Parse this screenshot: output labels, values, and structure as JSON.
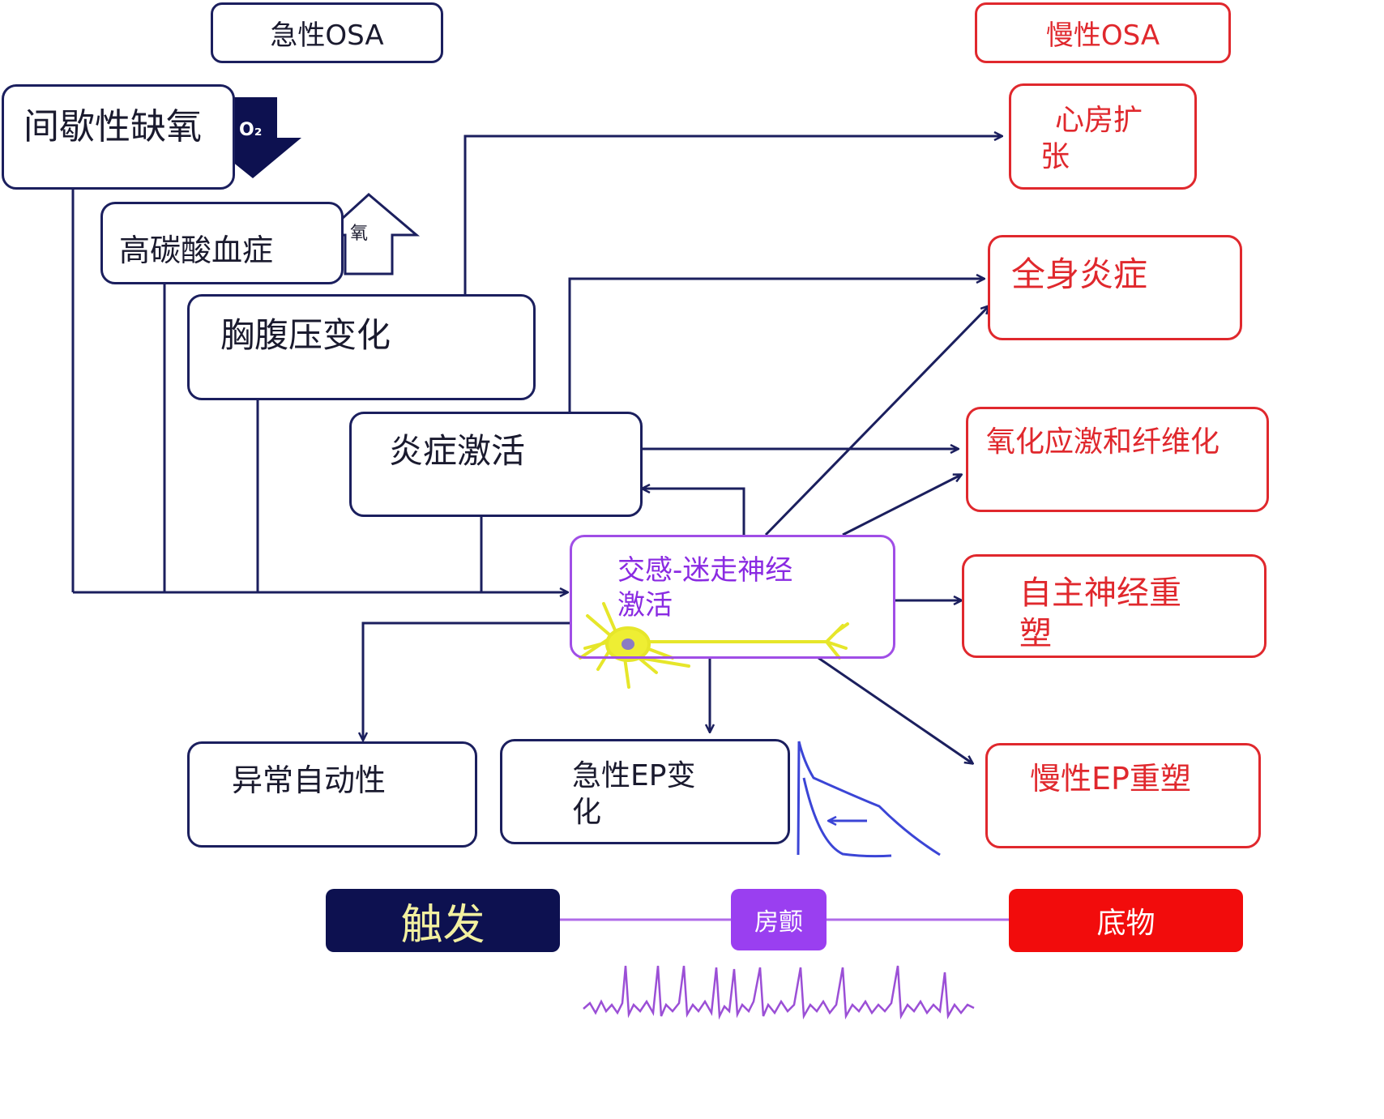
{
  "headers": {
    "acute": "急性OSA",
    "chronic": "慢性OSA"
  },
  "left_boxes": {
    "hypoxia": "间歇性缺氧",
    "hypercapnia": "高碳酸血症",
    "pressure": "胸腹压变化",
    "inflammation": "炎症激活",
    "autonomic": "交感-迷走神经\n激活",
    "automaticity": "异常自动性",
    "acute_ep": "急性EP变\n化"
  },
  "icon_labels": {
    "o2": "O₂",
    "oxygen": "氧"
  },
  "right_boxes": {
    "atrial_dilation": "心房扩\n张",
    "systemic_inflammation": "全身炎症",
    "oxidative": "氧化应激和纤维化",
    "autonomic_remodel": "自主神经重\n塑",
    "chronic_ep": "慢性EP重塑"
  },
  "bottom_bar": {
    "trigger": "触发",
    "af": "房颤",
    "substrate": "底物"
  },
  "colors": {
    "navy": "#1b1f5e",
    "red": "#e0282d",
    "purple": "#a04ee6",
    "trigger_bg": "#0d1150",
    "substrate_bg": "#f20c0c"
  }
}
